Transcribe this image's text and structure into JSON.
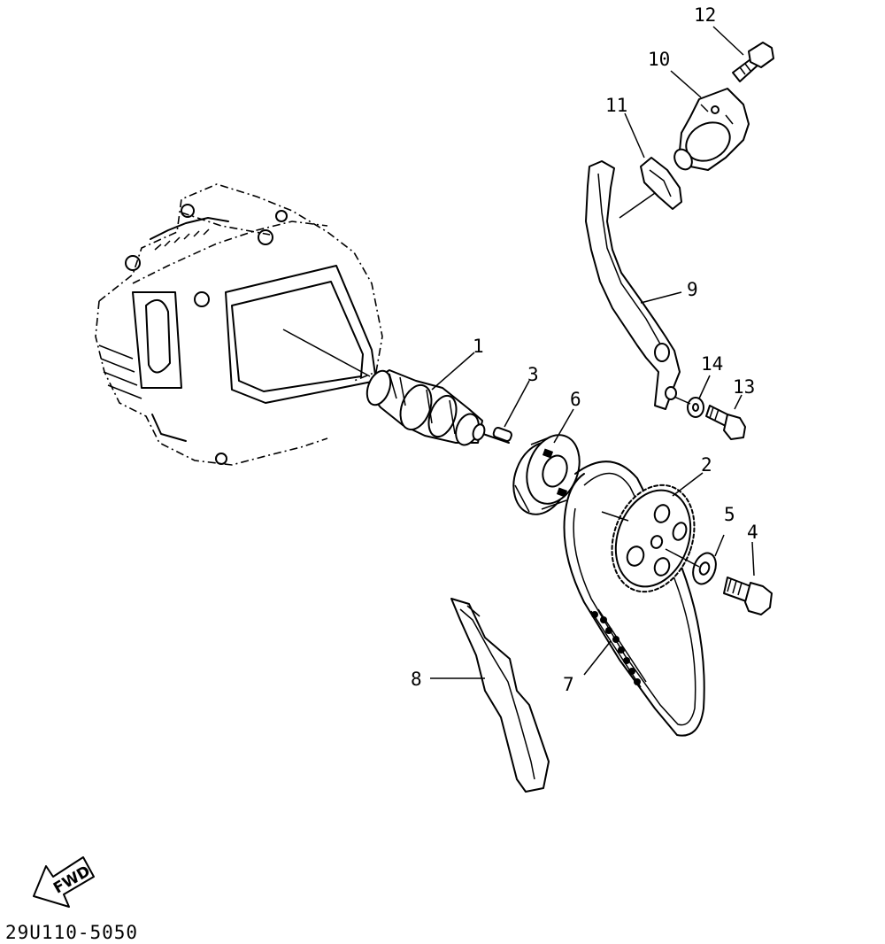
{
  "diagram": {
    "part_code": "29U110-5050",
    "fwd_label": "FWD",
    "callouts": {
      "c1": "1",
      "c2": "2",
      "c3": "3",
      "c4": "4",
      "c5": "5",
      "c6": "6",
      "c7": "7",
      "c8": "8",
      "c9": "9",
      "c10": "10",
      "c11": "11",
      "c12": "12",
      "c13": "13",
      "c14": "14"
    }
  }
}
